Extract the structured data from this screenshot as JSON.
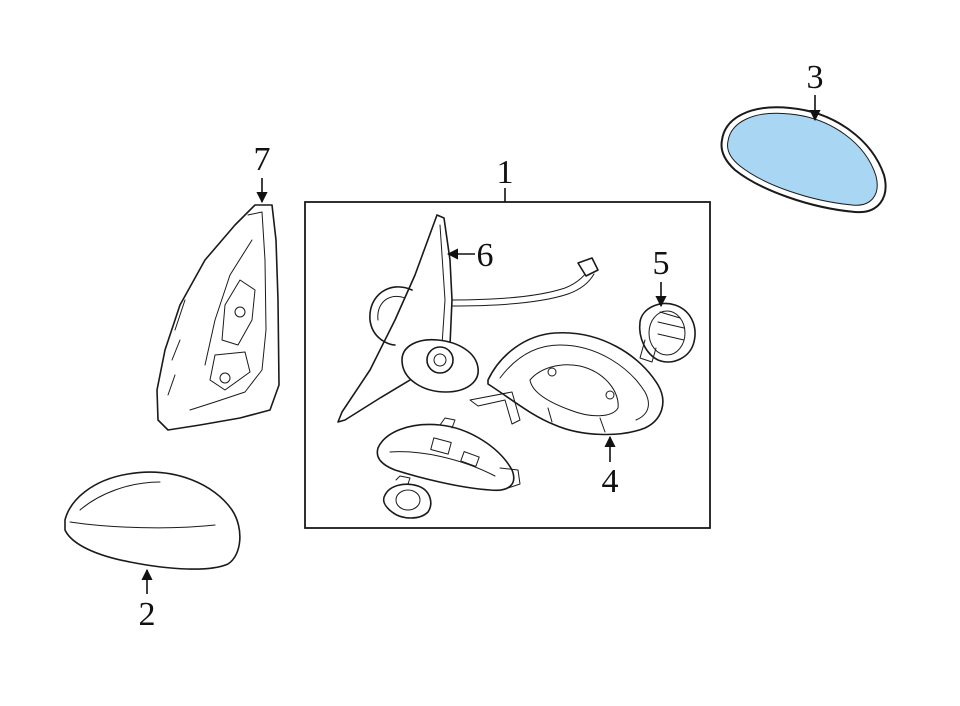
{
  "callouts": {
    "c1": "1",
    "c2": "2",
    "c3": "3",
    "c4": "4",
    "c5": "5",
    "c6": "6",
    "c7": "7"
  },
  "colors": {
    "highlight_fill": "#a9d7f3",
    "line": "#1a1a1a",
    "background": "#ffffff"
  },
  "highlighted_part": "3"
}
